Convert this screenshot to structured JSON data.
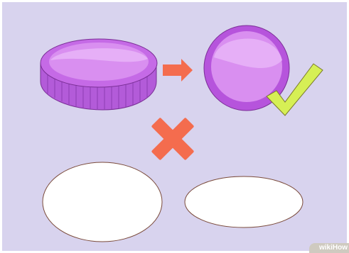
{
  "illustration": {
    "background_color": "#d8d3ee",
    "coin_colors": {
      "face": "#d98ff0",
      "face_highlight": "#e7b3f7",
      "rim": "#b654dc",
      "edge": "#b35bd9",
      "outline": "#7a2f96"
    },
    "arrow_color": "#f46c4e",
    "check_color": "#d6ef55",
    "cross_color": "#f46c4e",
    "wrong_shape_fill": "#ffffff",
    "wrong_shape_outline": "#7a4a3a",
    "icons": [
      "coin-side-view",
      "right-arrow-icon",
      "coin-front-view",
      "checkmark-icon",
      "cross-icon",
      "oval-shape",
      "flat-oval-shape"
    ]
  },
  "watermark": {
    "text": "wikiHow"
  }
}
